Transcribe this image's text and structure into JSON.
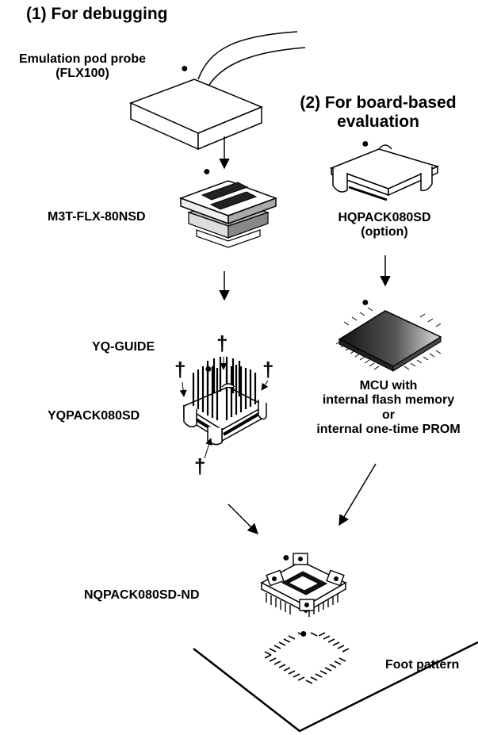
{
  "headings": {
    "debug": "(1) For debugging",
    "board_line1": "(2) For board-based",
    "board_line2": "evaluation"
  },
  "labels": {
    "pod_line1": "Emulation pod probe",
    "pod_line2": "(FLX100)",
    "flx": "M3T-FLX-80NSD",
    "hqpack_line1": "HQPACK080SD",
    "hqpack_line2": "(option)",
    "yqguide": "YQ-GUIDE",
    "yqpack": "YQPACK080SD",
    "mcu_line1": "MCU with",
    "mcu_line2": "internal flash memory",
    "mcu_line3": "or",
    "mcu_line4": "internal one-time PROM",
    "nqpack": "NQPACK080SD-ND",
    "foot": "Foot pattern"
  },
  "symbols": {
    "dot": "●",
    "dagger": "†"
  }
}
